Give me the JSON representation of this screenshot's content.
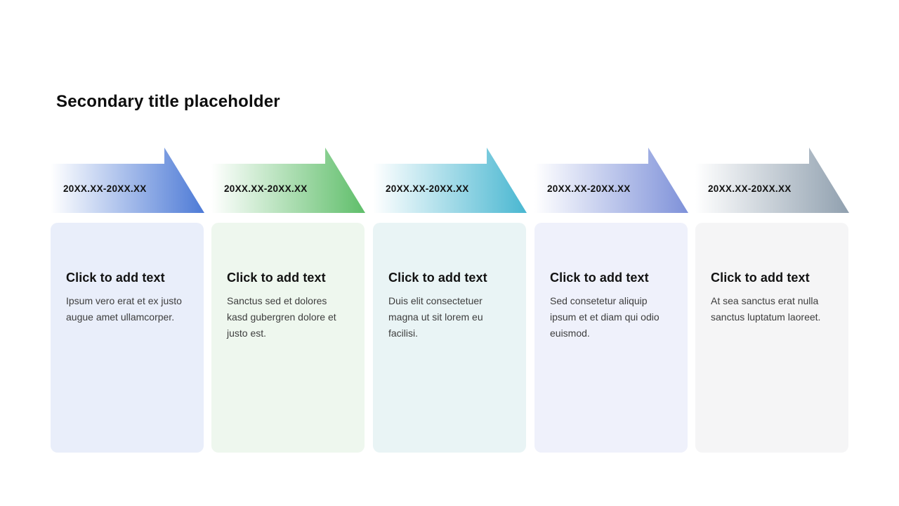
{
  "slide": {
    "title": "Secondary title placeholder"
  },
  "theme": {
    "gradient_start": "#ffffff",
    "background": "#ffffff"
  },
  "columns": [
    {
      "date_range": "20XX.XX-20XX.XX",
      "heading": "Click to add text",
      "body": "Ipsum vero erat et ex justo augue amet ullamcorper.",
      "arrow_color": "#4d7ad6",
      "card_bg": "#e9eefa"
    },
    {
      "date_range": "20XX.XX-20XX.XX",
      "heading": "Click to add text",
      "body": "Sanctus sed et dolores kasd gubergren dolore et justo est.",
      "arrow_color": "#5fbe6a",
      "card_bg": "#eef7ee"
    },
    {
      "date_range": "20XX.XX-20XX.XX",
      "heading": "Click to add text",
      "body": "Duis elit consectetuer magna ut sit lorem eu facilisi.",
      "arrow_color": "#49b7d1",
      "card_bg": "#e9f4f5"
    },
    {
      "date_range": "20XX.XX-20XX.XX",
      "heading": "Click to add text",
      "body": "Sed consetetur aliquip ipsum et et diam qui odio euismod.",
      "arrow_color": "#7e91d9",
      "card_bg": "#eff1fb"
    },
    {
      "date_range": "20XX.XX-20XX.XX",
      "heading": "Click to add text",
      "body": "At sea sanctus erat nulla sanctus luptatum laoreet.",
      "arrow_color": "#90a0af",
      "card_bg": "#f5f5f6"
    }
  ]
}
